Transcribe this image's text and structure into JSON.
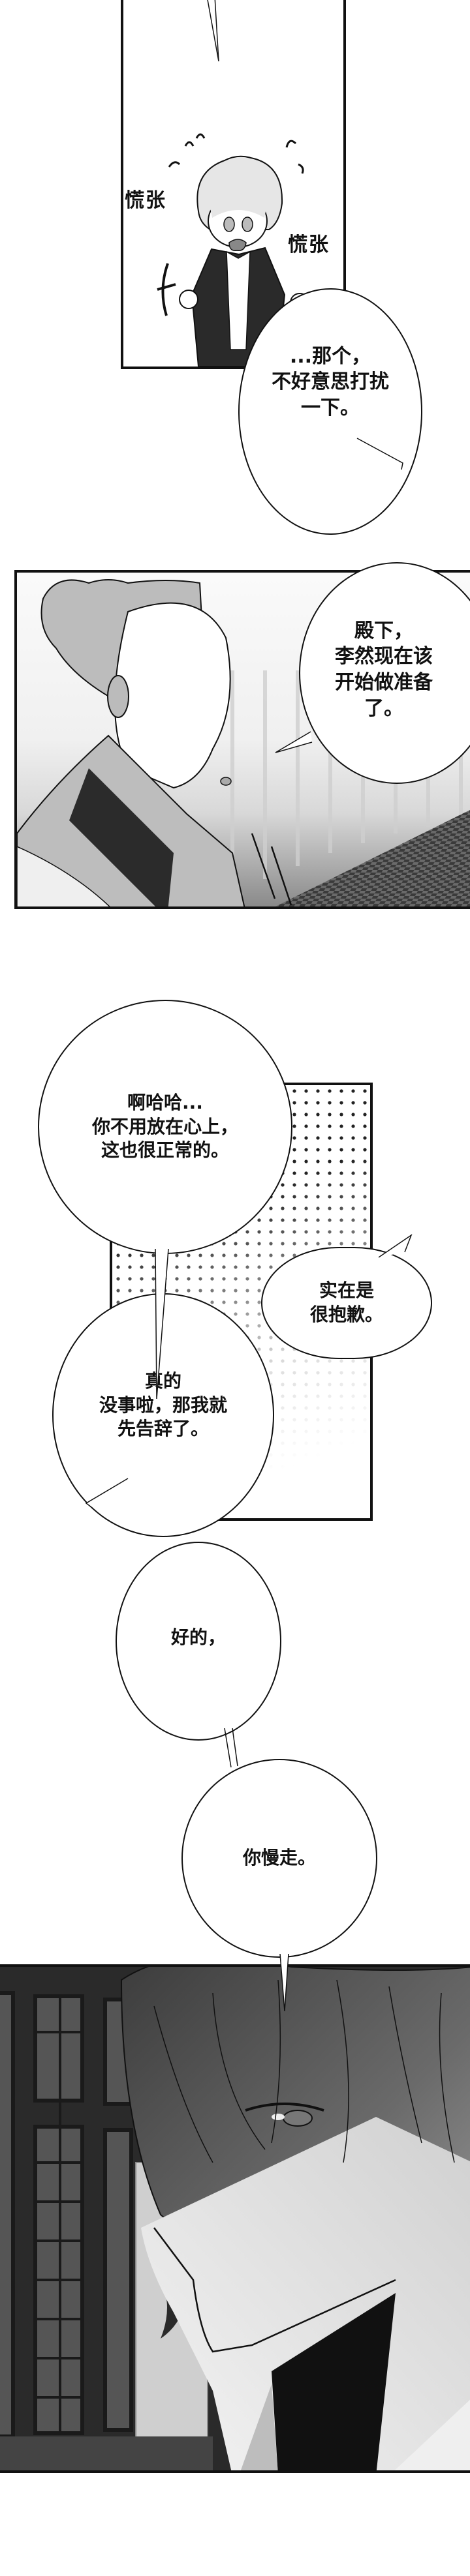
{
  "comic": {
    "panels": [
      {
        "id": "panel-1",
        "description": "chibi boy in suit panicking",
        "sfx": [
          "慌张",
          "慌张"
        ],
        "bubbles": [
          {
            "text": "...那个，\n不好意思打扰\n一下。"
          }
        ]
      },
      {
        "id": "panel-2",
        "description": "woman with hair bun in palace hallway",
        "bubbles": [
          {
            "text": "殿下，\n李然现在该\n开始做准备\n了。"
          }
        ]
      },
      {
        "id": "panel-3",
        "description": "halftone dotted panel with conversation",
        "bubbles": [
          {
            "text": "啊哈哈...\n你不用放在心上，\n这也很正常的。"
          },
          {
            "text": "实在是\n很抱歉。"
          },
          {
            "text": "真的\n没事啦，那我就\n先告辞了。"
          }
        ]
      },
      {
        "id": "gutter",
        "bubbles": [
          {
            "text": "好的，"
          },
          {
            "text": "你慢走。"
          }
        ]
      },
      {
        "id": "panel-4",
        "description": "close-up of young man with downcast eyes, windows behind"
      }
    ]
  },
  "colors": {
    "ink": "#111111",
    "paper": "#ffffff",
    "screen_tone_light": "#c8c8c8",
    "screen_tone_mid": "#8a8a8a",
    "screen_tone_dark": "#3a3a3a"
  }
}
